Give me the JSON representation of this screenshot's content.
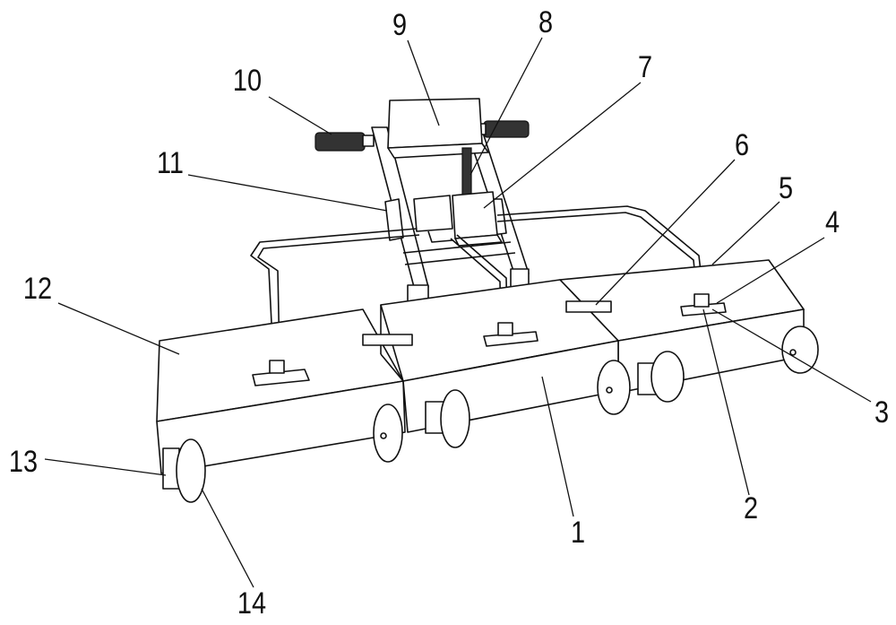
{
  "figure": {
    "labels": {
      "l1": "1",
      "l2": "2",
      "l3": "3",
      "l4": "4",
      "l5": "5",
      "l6": "6",
      "l7": "7",
      "l8": "8",
      "l9": "9",
      "l10": "10",
      "l11": "11",
      "l12": "12",
      "l13": "13",
      "l14": "14"
    }
  }
}
